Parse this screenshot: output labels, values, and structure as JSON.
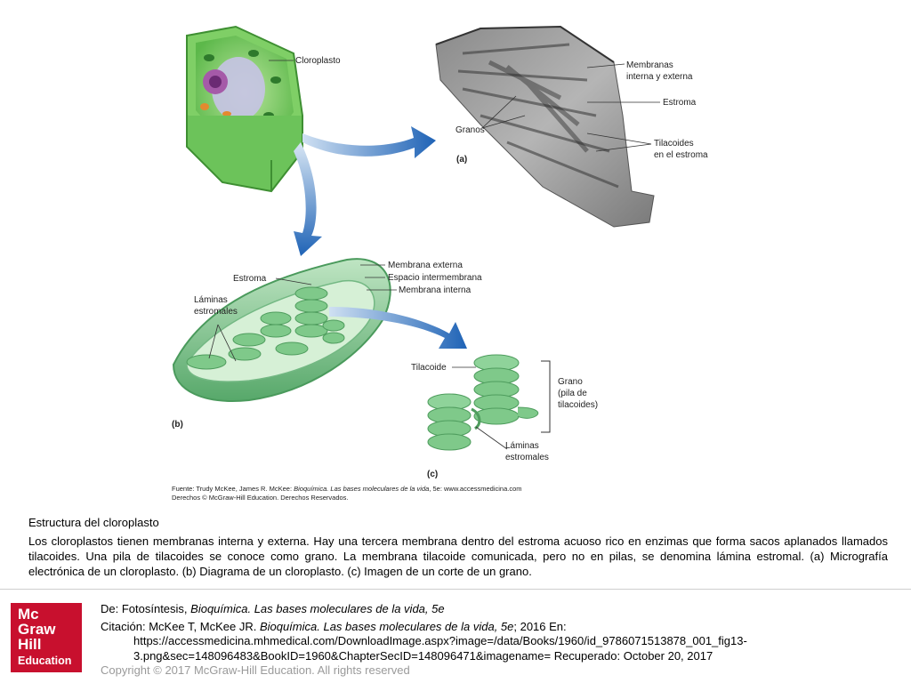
{
  "figure": {
    "panel_a": {
      "letter": "(a)",
      "labels": {
        "cloroplasto": "Cloroplasto",
        "membranas_1": "Membranas",
        "membranas_2": "interna y externa",
        "estroma": "Estroma",
        "granos": "Granos",
        "tilacoides_1": "Tilacoides",
        "tilacoides_2": "en el estroma"
      }
    },
    "panel_b": {
      "letter": "(b)",
      "labels": {
        "estroma": "Estroma",
        "membrana_externa": "Membrana externa",
        "espacio": "Espacio intermembrana",
        "membrana_interna": "Membrana interna",
        "laminas_1": "Láminas",
        "laminas_2": "estromales"
      }
    },
    "panel_c": {
      "letter": "(c)",
      "labels": {
        "tilacoide": "Tilacoide",
        "grano_1": "Grano",
        "grano_2": "(pila de",
        "grano_3": "tilacoides)",
        "laminas_1": "Láminas",
        "laminas_2": "estromales"
      }
    },
    "source_line1_prefix": "Fuente: Trudy McKee, James R. McKee: ",
    "source_line1_italic": "Bioquímica. Las bases moleculares de la vida",
    "source_line1_suffix": ", 5e: www.accessmedicina.com",
    "source_line2": "Derechos © McGraw-Hill Education. Derechos Reservados."
  },
  "caption": {
    "title": "Estructura del cloroplasto",
    "body": " Los cloroplastos tienen membranas interna y externa. Hay una tercera membrana dentro del estroma acuoso rico en enzimas que forma sacos aplanados llamados tilacoides. Una pila de tilacoides se conoce como grano. La membrana tilacoide comunicada, pero no en pilas, se denomina lámina estromal. (a) Micrografía electrónica de un cloroplasto. (b) Diagrama de un cloroplasto. (c) Imagen de un corte de un grano."
  },
  "logo": {
    "line1": "Mc",
    "line2": "Graw",
    "line3": "Hill",
    "line4": "Education",
    "color": "#c8102e"
  },
  "citation": {
    "de_prefix": "De: Fotosíntesis, ",
    "de_italic": "Bioquímica. Las bases moleculares de la vida, 5e",
    "cit_prefix": "Citación: McKee T, McKee JR. ",
    "cit_italic": "Bioquímica. Las bases moleculares de la vida, 5e",
    "cit_suffix": "; 2016 En:",
    "url_line": "https://accessmedicina.mhmedical.com/DownloadImage.aspx?image=/data/Books/1960/id_9786071513878_001_fig13-",
    "url_line2": "3.png&sec=148096483&BookID=1960&ChapterSecID=148096471&imagename= Recuperado: October 20, 2017"
  },
  "copyright": "Copyright © 2017 McGraw-Hill Education. All rights reserved"
}
